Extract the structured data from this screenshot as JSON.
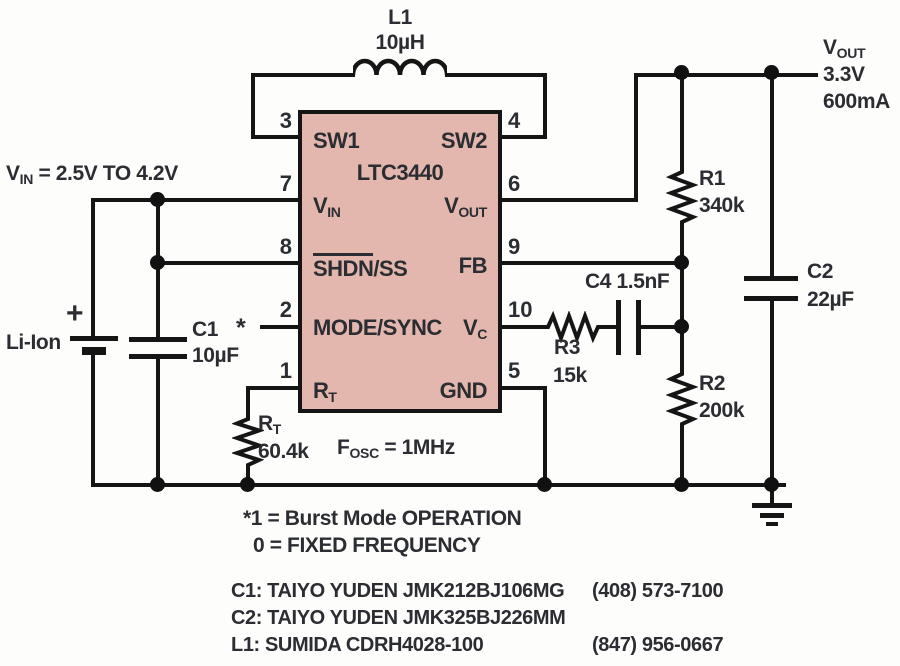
{
  "ic": {
    "part": "LTC3440",
    "rows": [
      {
        "l_num": "3",
        "r_num": "4",
        "left": "SW1",
        "right": "SW2"
      },
      {
        "l_num": "7",
        "r_num": "6",
        "left_main": "V",
        "left_sub": "IN",
        "right_main": "V",
        "right_sub": "OUT"
      },
      {
        "l_num": "8",
        "r_num": "9",
        "left_over": "SHDN",
        "left_rest": "/SS",
        "right": "FB"
      },
      {
        "l_num": "2",
        "r_num": "10",
        "left": "MODE/SYNC",
        "right_main": "V",
        "right_sub": "C"
      },
      {
        "l_num": "1",
        "r_num": "5",
        "left_main": "R",
        "left_sub": "T",
        "right": "GND"
      }
    ]
  },
  "components": {
    "l1": {
      "ref": "L1",
      "value": "10µH"
    },
    "c1": {
      "ref": "C1",
      "value": "10µF"
    },
    "c2": {
      "ref": "C2",
      "value": "22µF"
    },
    "c4": {
      "label": "C4 1.5nF"
    },
    "r1": {
      "ref": "R1",
      "value": "340k"
    },
    "r2": {
      "ref": "R2",
      "value": "200k"
    },
    "r3": {
      "ref": "R3",
      "value": "15k"
    },
    "rt": {
      "ref_main": "R",
      "ref_sub": "T",
      "value": "60.4k"
    },
    "battery": {
      "plus": "+",
      "label": "Li-Ion"
    }
  },
  "annotations": {
    "vin": {
      "main": "V",
      "sub": "IN",
      "rest": " = 2.5V TO 4.2V"
    },
    "vout": {
      "main": "V",
      "sub": "OUT",
      "line2": "3.3V",
      "line3": "600mA"
    },
    "fosc": {
      "main": "F",
      "sub": "OSC",
      "rest": " = 1MHz"
    },
    "mode_star": "*",
    "notes": [
      "*1 = Burst Mode OPERATION",
      "0 = FIXED FREQUENCY"
    ],
    "parts": [
      {
        "name": "C1: TAIYO YUDEN JMK212BJ106MG",
        "phone": "(408) 573-7100"
      },
      {
        "name": "C2: TAIYO YUDEN JMK325BJ226MM",
        "phone": ""
      },
      {
        "name": "L1: SUMIDA CDRH4028-100",
        "phone": "(847) 956-0667"
      }
    ]
  },
  "colors": {
    "ic_fill": "#e3b7ae",
    "wire": "#151515",
    "text": "#2b2d32"
  }
}
